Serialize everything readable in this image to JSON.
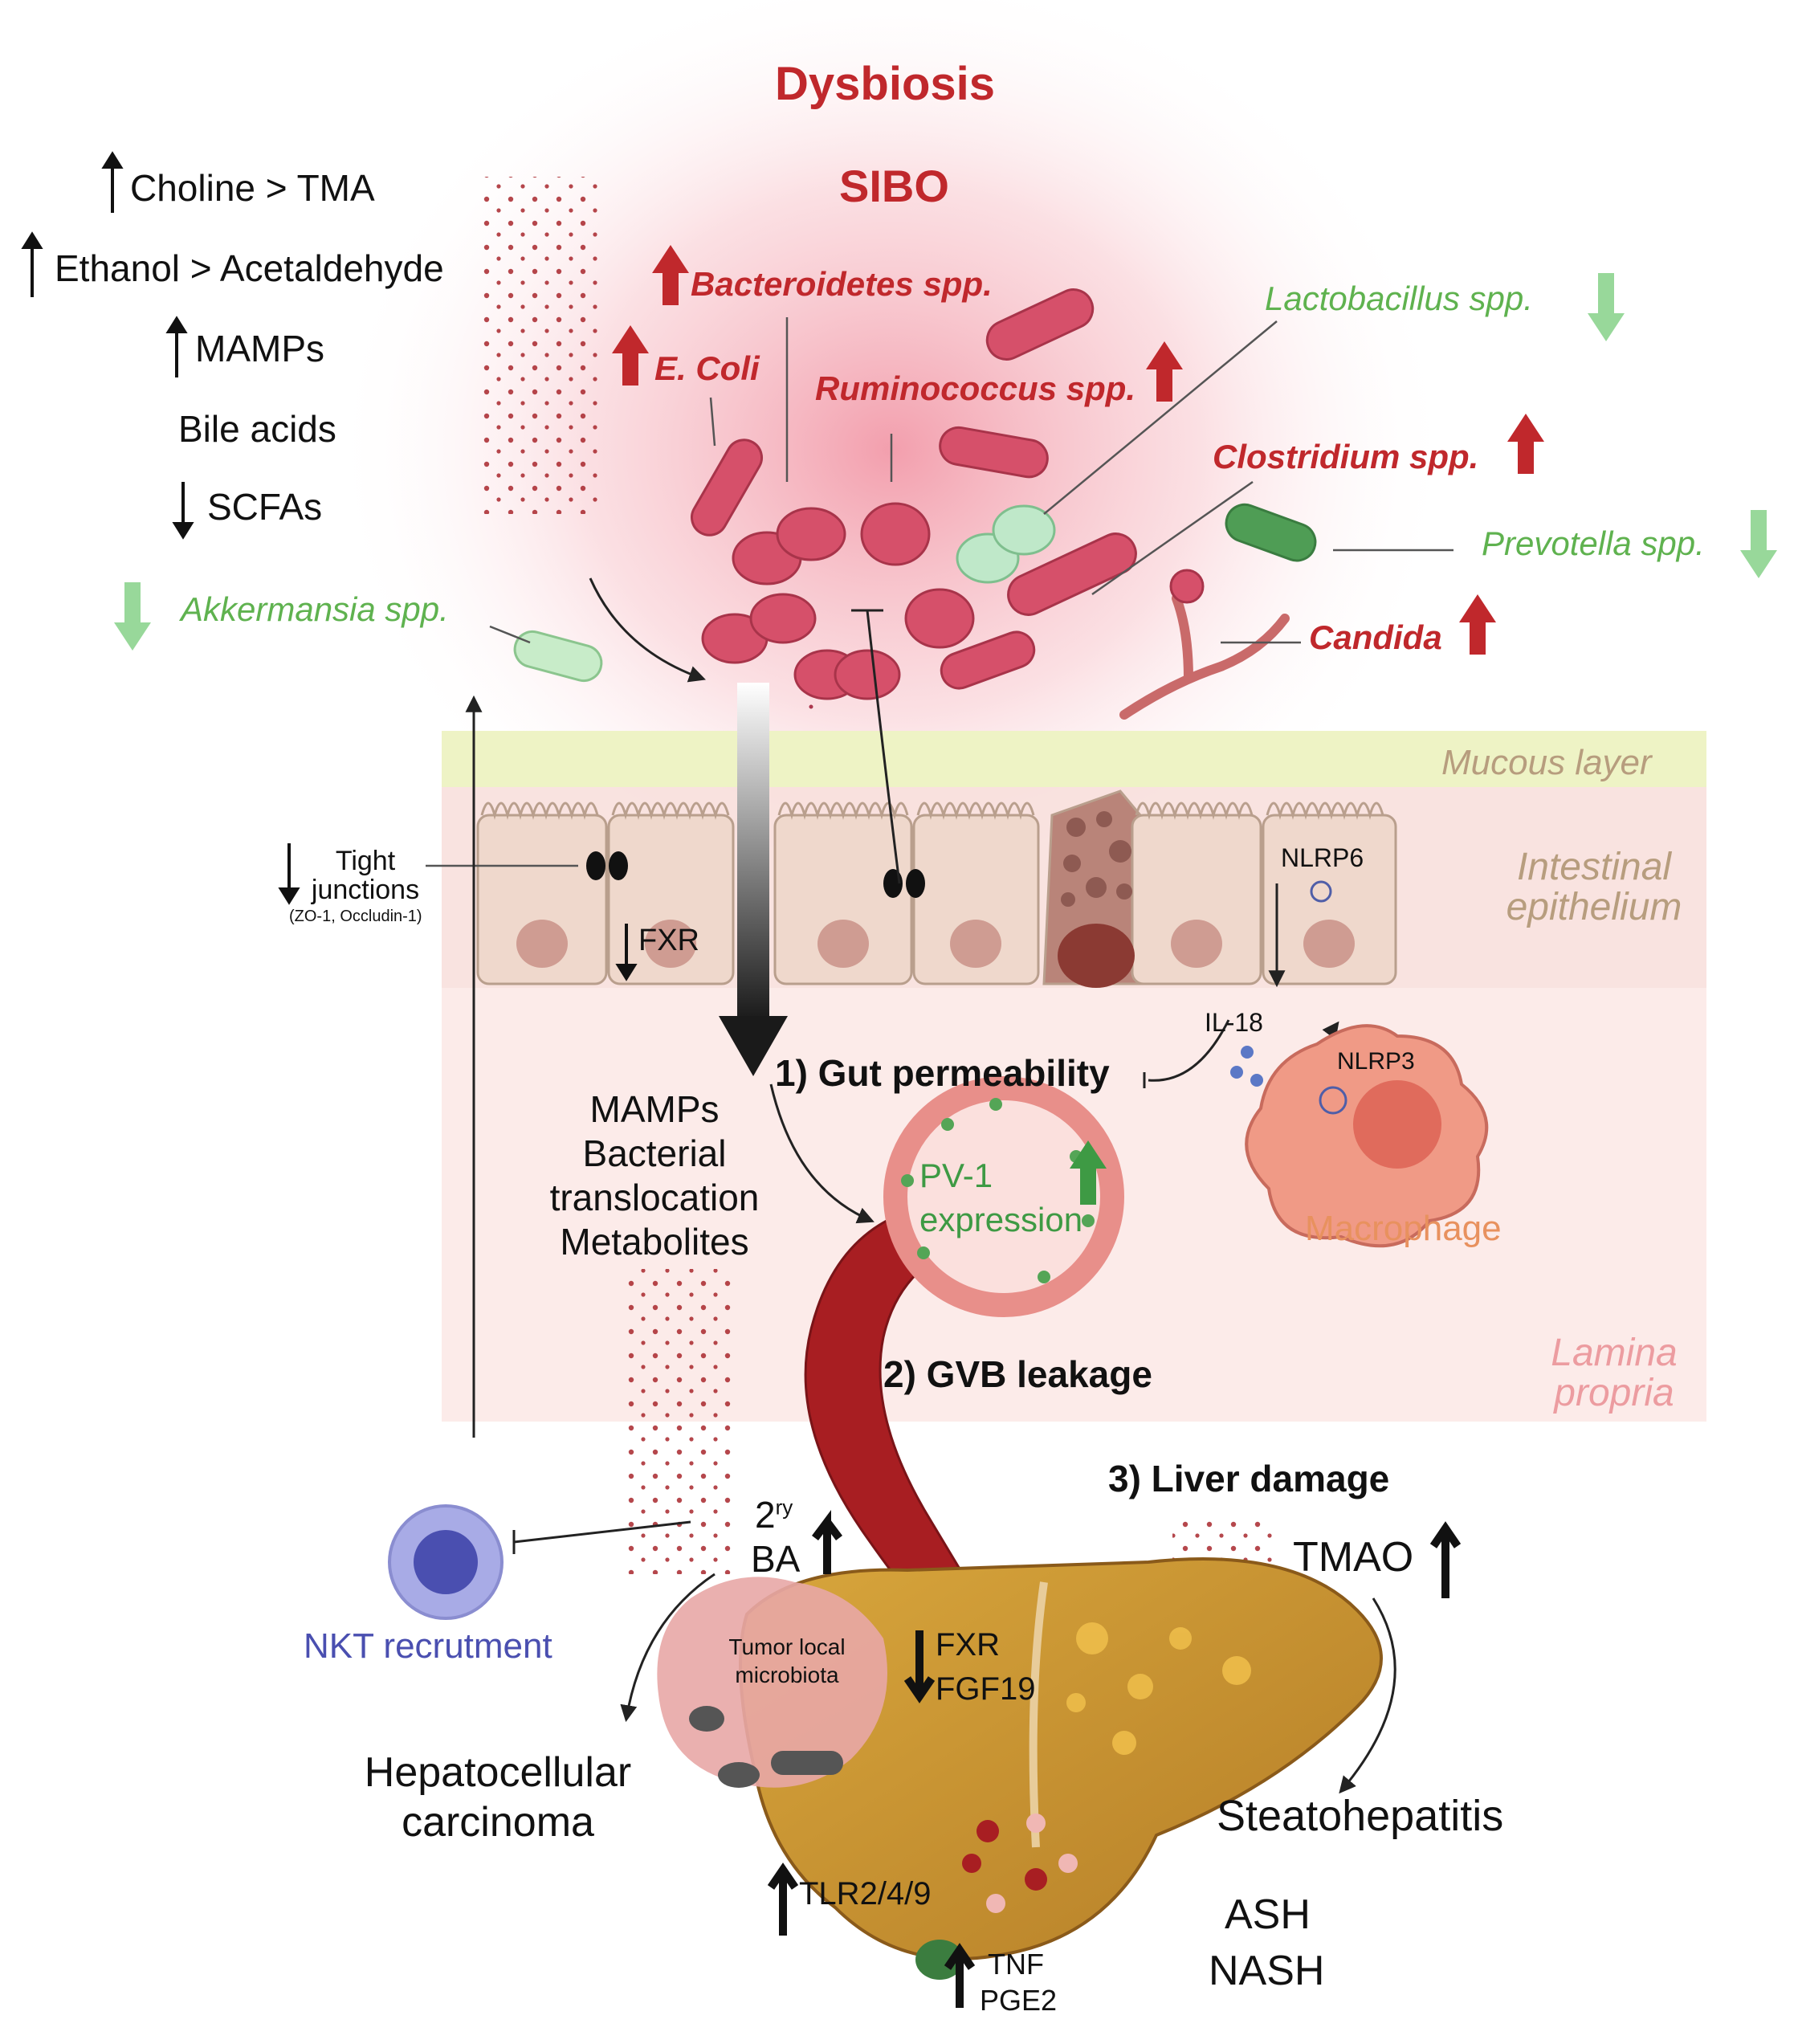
{
  "top": {
    "dysbiosis": "Dysbiosis",
    "sibo": "SIBO"
  },
  "left_list": {
    "choline": "Choline > TMA",
    "ethanol": "Ethanol > Acetaldehyde",
    "mamps": "MAMPs",
    "bile_acids": "Bile acids",
    "scfas": "SCFAs"
  },
  "bacteria": {
    "bacteroidetes": "Bacteroidetes spp.",
    "ecoli": "E. Coli",
    "ruminococcus": "Ruminococcus spp.",
    "lactobacillus": "Lactobacillus spp.",
    "clostridium": "Clostridium spp.",
    "prevotella": "Prevotella spp.",
    "candida": "Candida",
    "akkermansia": "Akkermansia spp."
  },
  "layers": {
    "mucous": "Mucous layer",
    "epithelium": "Intestinal epithelium",
    "lamina": "Lamina propria"
  },
  "epithelium": {
    "tight_junctions": "Tight junctions",
    "tight_sub": "(ZO-1, Occludin-1)",
    "fxr": "FXR",
    "nlrp6": "NLRP6",
    "il18": "IL-18",
    "nlrp3": "NLRP3",
    "macrophage": "Macrophage"
  },
  "steps": {
    "gut_permeability": "1) Gut permeability",
    "gvb_leakage": "2) GVB leakage",
    "liver_damage": "3) Liver damage"
  },
  "translocation": {
    "line1": "MAMPs",
    "line2": "Bacterial",
    "line3": "translocation",
    "line4": "Metabolites"
  },
  "vessel": {
    "pv1": "PV-1",
    "expression": "expression"
  },
  "liver": {
    "sec_ba_num": "2",
    "sec_ba_sup": "ry",
    "sec_ba": "BA",
    "nkt": "NKT recrutment",
    "hcc1": "Hepatocellular",
    "hcc2": "carcinoma",
    "tumor_mb1": "Tumor local",
    "tumor_mb2": "microbiota",
    "fxr": "FXR",
    "fgf19": "FGF19",
    "tlr": "TLR2/4/9",
    "tnf": "TNF",
    "pge2": "PGE2",
    "tmao": "TMAO",
    "steato": "Steatohepatitis",
    "ash": "ASH",
    "nash": "NASH"
  },
  "colors": {
    "red": "#c0282c",
    "green": "#5fb24f",
    "bacteria_pink": "#d6506a",
    "liver": "#c9962f",
    "vessel": "#b3262a",
    "nkt": "#4a4fb0",
    "macrophage_label": "#e8915e"
  }
}
